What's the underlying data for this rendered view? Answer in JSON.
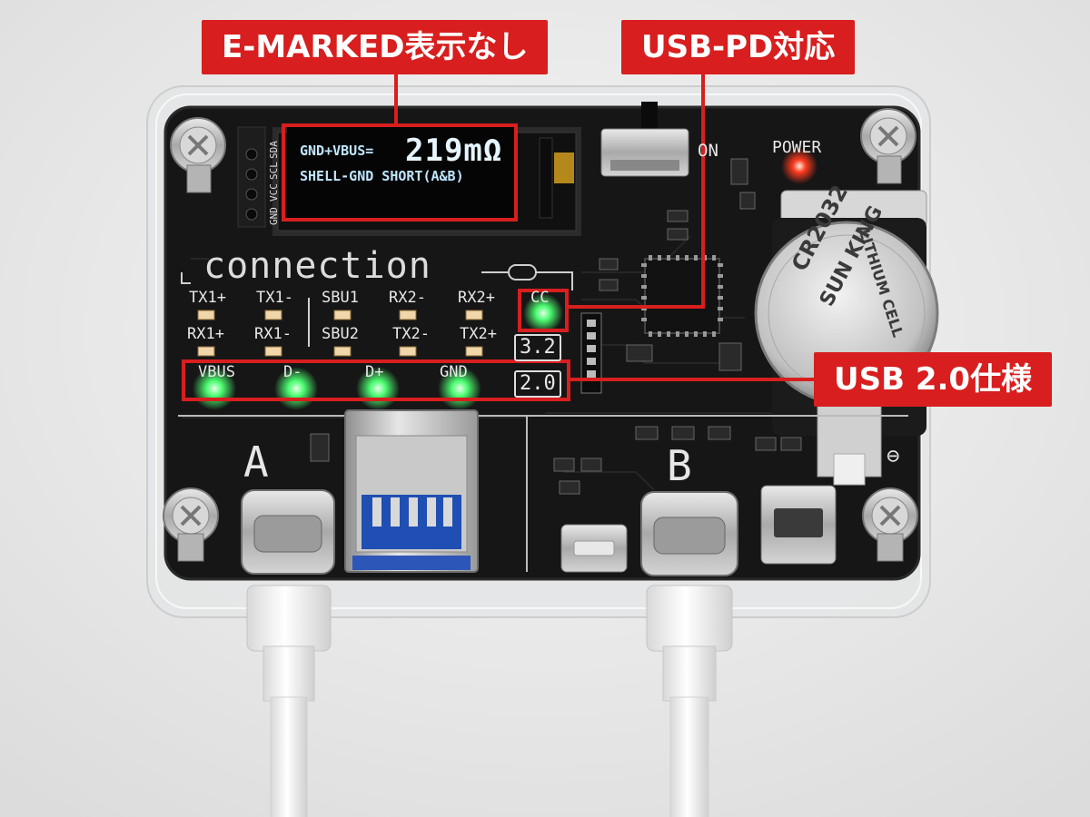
{
  "callouts": {
    "emarked": "E-MARKED表示なし",
    "usbpd": "USB-PD対応",
    "usb20": "USB 2.0仕様"
  },
  "oled": {
    "line1_label": "GND+VBUS=",
    "line1_value": "219mΩ",
    "line2": "SHELL-GND SHORT(A&B)"
  },
  "header_pins": [
    "GND",
    "VCC",
    "SCL",
    "SDA"
  ],
  "board": {
    "on_label": "ON",
    "power_label": "POWER",
    "connection_title": "connection",
    "port_a": "A",
    "port_b": "B",
    "version_32": "3.2",
    "version_20": "2.0",
    "minus_symbol": "⊖"
  },
  "pins_top_row": [
    "TX1+",
    "TX1-",
    "SBU1",
    "RX2-",
    "RX2+",
    "CC"
  ],
  "pins_mid_row": [
    "RX1+",
    "RX1-",
    "SBU2",
    "TX2-",
    "TX2+"
  ],
  "pins_usb2_row": [
    "VBUS",
    "D-",
    "D+",
    "GND"
  ],
  "battery": {
    "model": "CR2032",
    "brand": "SUN KING",
    "type": "LITHIUM CELL"
  },
  "colors": {
    "callout_red": "#d81e1e",
    "pcb_black": "#161616",
    "led_green": "#3cff6a",
    "led_red": "#ff3a1e"
  }
}
